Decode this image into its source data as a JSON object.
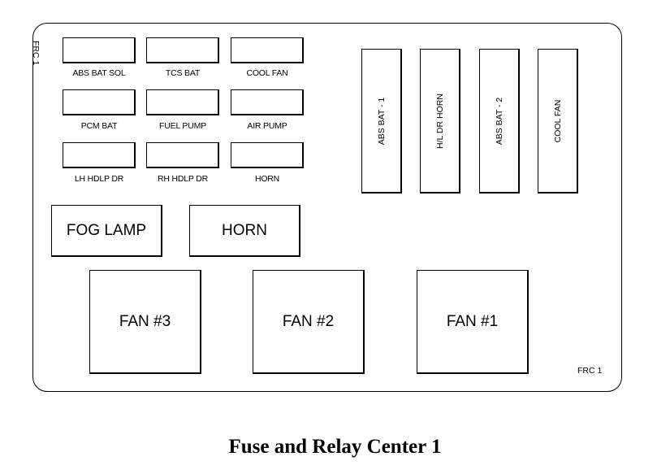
{
  "diagram": {
    "caption": "Fuse and Relay Center 1",
    "panel_labels": {
      "side": "FRC 1",
      "corner": "FRC 1"
    },
    "mini_fuses": [
      {
        "label": "ABS BAT SOL"
      },
      {
        "label": "TCS BAT"
      },
      {
        "label": "COOL FAN"
      },
      {
        "label": "PCM BAT"
      },
      {
        "label": "FUEL PUMP"
      },
      {
        "label": "AIR PUMP"
      },
      {
        "label": "LH HDLP DR"
      },
      {
        "label": "RH HDLP DR"
      },
      {
        "label": "HORN"
      }
    ],
    "maxi_fuses": [
      {
        "label": "ABS BAT - 1"
      },
      {
        "label": "H/L DR HORN"
      },
      {
        "label": "ABS BAT - 2"
      },
      {
        "label": "COOL FAN"
      }
    ],
    "small_relays": [
      {
        "label": "FOG LAMP"
      },
      {
        "label": "HORN"
      }
    ],
    "large_relays": [
      {
        "label": "FAN #3"
      },
      {
        "label": "FAN #2"
      },
      {
        "label": "FAN #1"
      }
    ]
  }
}
